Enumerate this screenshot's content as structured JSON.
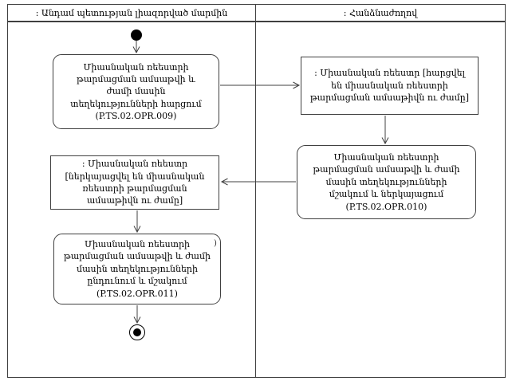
{
  "lanes": [
    {
      "title": ": Անդամ պետության լիազորված մարմին"
    },
    {
      "title": ": Հանձնաժողով"
    }
  ],
  "nodes": {
    "request": {
      "label": "Միասնական ռեեստրի թարմացման ամսաթվի և ժամի մասին տեղեկությունների հարցում (P.TS.02.OPR.009)"
    },
    "registry_requested": {
      "label": ": Միասնական ռեեստր [հարցվել են միասնական ռեեստրի թարմացման ամսաթիվն ու ժամը]"
    },
    "process_present": {
      "label": "Միասնական ռեեստրի թարմացման ամսաթվի և ժամի մասին տեղեկությունների մշակում և ներկայացում (P.TS.02.OPR.010)"
    },
    "registry_presented": {
      "label": ": Միասնական ռեեստր [ներկայացվել են միասնական ռեեստրի թարմացման ամսաթիվն ու ժամը]"
    },
    "receive_process": {
      "label": "Միասնական ռեեստրի թարմացման ամսաթվի և ժամի մասին տեղեկությունների ընդունում և մշակում (P.TS.02.OPR.011)"
    }
  },
  "artifact_mark": ")",
  "colors": {
    "line": "#404040",
    "text": "#000000",
    "background": "#ffffff"
  }
}
